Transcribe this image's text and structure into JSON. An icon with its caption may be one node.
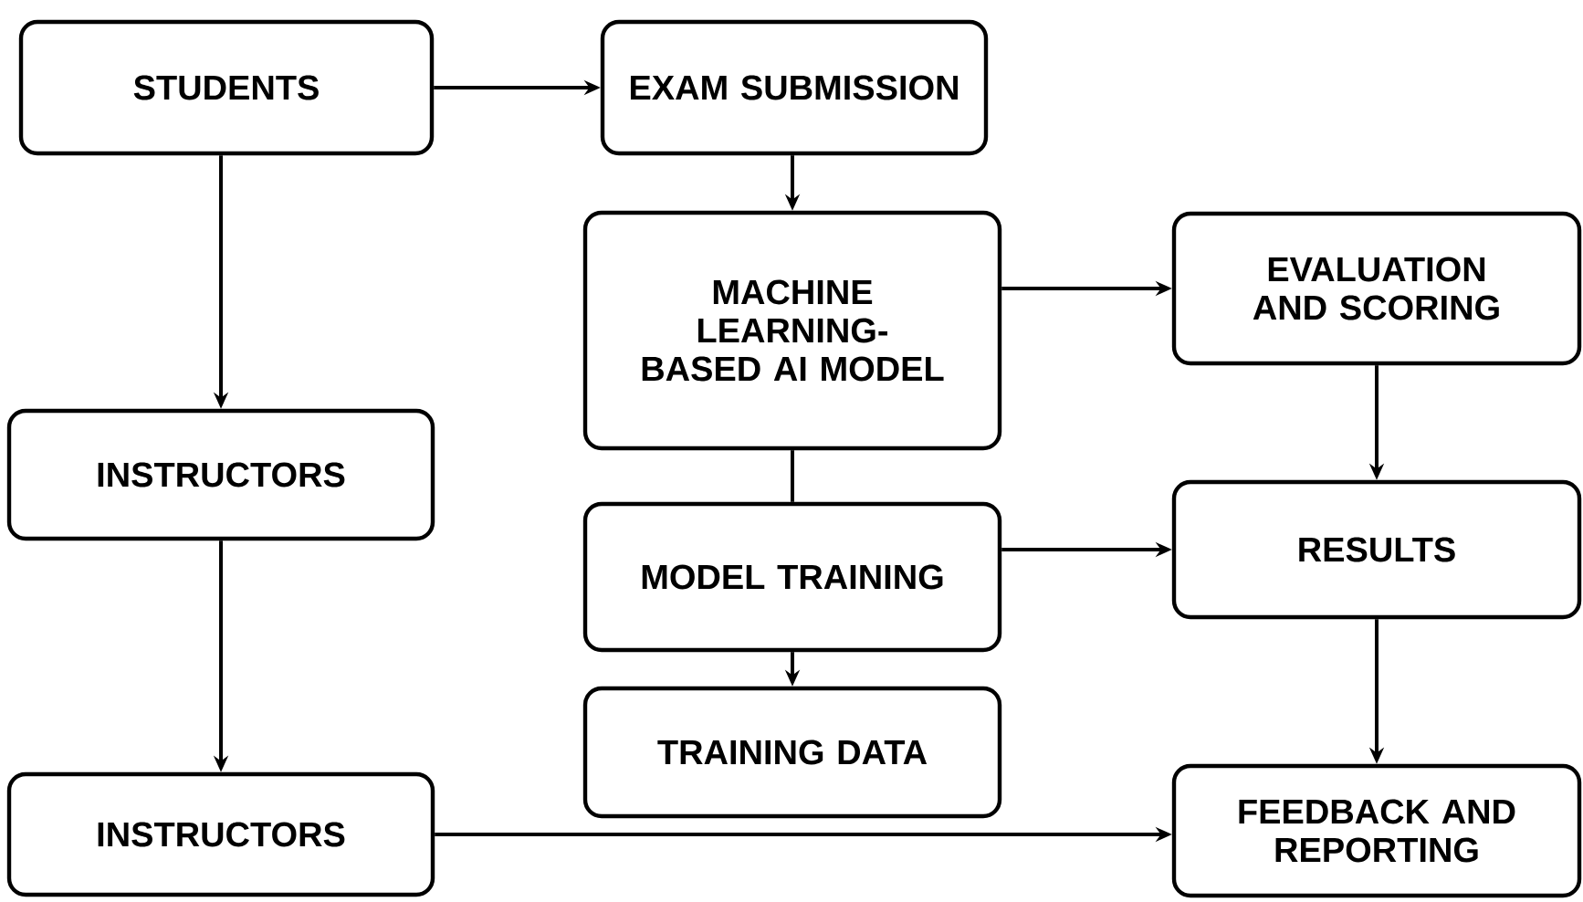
{
  "diagram": {
    "nodes": [
      {
        "text": [
          "STUDENTS"
        ]
      },
      {
        "text": [
          "EXAM SUBMISSION"
        ]
      },
      {
        "text": [
          "MACHINE LEARNING-BASED AI MODEL"
        ]
      },
      {
        "text": [
          "EVALUATION AND SCORING"
        ]
      },
      {
        "text": [
          "INSTRUCTORS"
        ]
      },
      {
        "text": [
          "MODEL TRAINING"
        ]
      },
      {
        "text": [
          "RESULTS"
        ]
      },
      {
        "text": [
          "TRAINING DATA"
        ]
      },
      {
        "text": [
          "INSTRUCTORS"
        ]
      },
      {
        "text": [
          "FEEDBACK AND REPORTING"
        ]
      }
    ],
    "edges": [
      {
        "from": 0,
        "to": 1,
        "arrow": "to"
      },
      {
        "from": 1,
        "to": 2,
        "arrow": "to"
      },
      {
        "from": 0,
        "to": 4,
        "arrow": "to"
      },
      {
        "from": 2,
        "to": 3,
        "arrow": "to"
      },
      {
        "from": 2,
        "to": 5,
        "arrow": "none"
      },
      {
        "from": 3,
        "to": 6,
        "arrow": "to"
      },
      {
        "from": 5,
        "to": 6,
        "arrow": "to"
      },
      {
        "from": 5,
        "to": 7,
        "arrow": "to"
      },
      {
        "from": 4,
        "to": 8,
        "arrow": "to"
      },
      {
        "from": 6,
        "to": 9,
        "arrow": "to"
      },
      {
        "from": 8,
        "to": 9,
        "arrow": "to"
      }
    ]
  }
}
